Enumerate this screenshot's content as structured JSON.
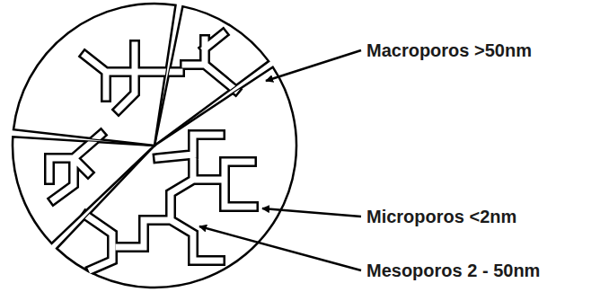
{
  "diagram": {
    "labels": [
      "Macroporos >50nm",
      "Microporos <2nm",
      "Mesoporos 2 - 50nm"
    ]
  }
}
